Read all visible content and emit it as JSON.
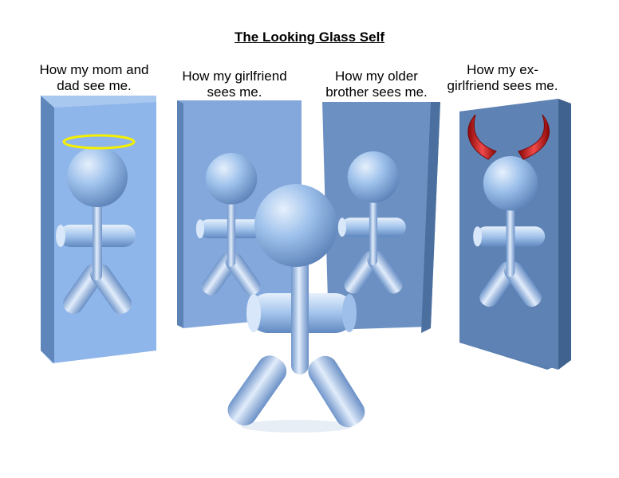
{
  "title": "The Looking Glass Self",
  "captions": [
    "How my mom and\ndad see me.",
    "How my girlfriend\nsees me.",
    "How my older\nbrother sees me.",
    "How my ex-\ngirlfriend sees me."
  ],
  "colors": {
    "mirror_light": "#8bb3e8",
    "mirror_mid": "#7ba2d6",
    "mirror_dark": "#4f76a8",
    "figure_light": "#dbe9fb",
    "figure_base": "#9cc0ec",
    "figure_shadow": "#5f86bd",
    "halo": "#f4f000",
    "horns": "#c41414"
  }
}
